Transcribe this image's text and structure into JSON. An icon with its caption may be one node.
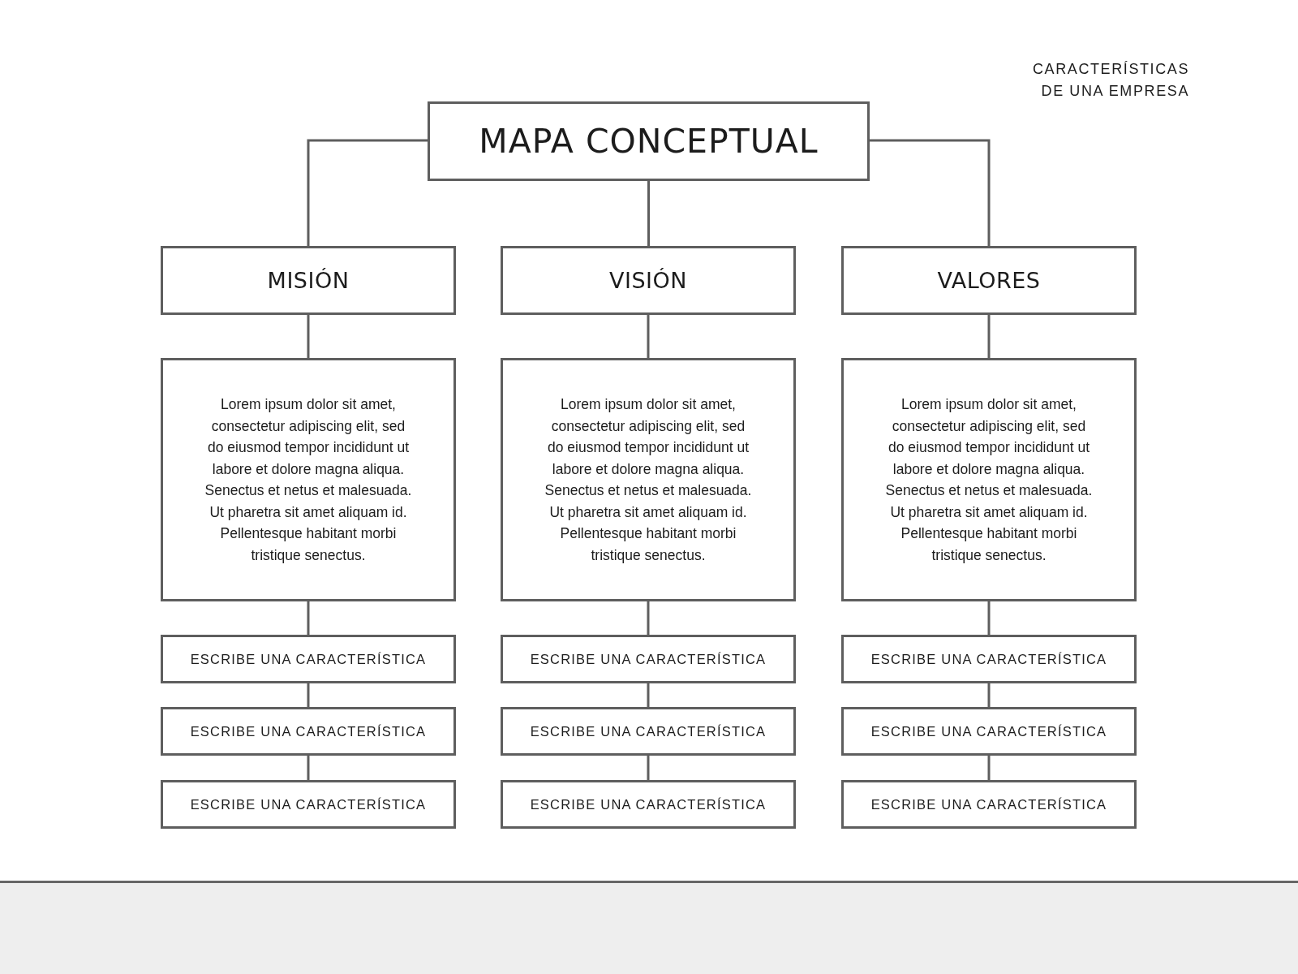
{
  "diagram": {
    "nodes": [
      {
        "text": [
          "MAPA CONCEPTUAL"
        ]
      },
      {
        "text": [
          "MISIÓN"
        ]
      },
      {
        "text": [
          "VISIÓN"
        ]
      },
      {
        "text": [
          "VALORES"
        ]
      },
      {
        "text": [
          "Lorem ipsum dolor sit amet, consectetur adipiscing elit, sed do eiusmod tempor incididunt ut labore et dolore magna aliqua. Senectus et netus et malesuada. Ut pharetra sit amet aliquam id. Pellentesque habitant morbi tristique senectus."
        ]
      },
      {
        "text": [
          "Lorem ipsum dolor sit amet, consectetur adipiscing elit, sed do eiusmod tempor incididunt ut labore et dolore magna aliqua. Senectus et netus et malesuada. Ut pharetra sit amet aliquam id. Pellentesque habitant morbi tristique senectus."
        ]
      },
      {
        "text": [
          "Lorem ipsum dolor sit amet, consectetur adipiscing elit, sed do eiusmod tempor incididunt ut labore et dolore magna aliqua. Senectus et netus et malesuada. Ut pharetra sit amet aliquam id. Pellentesque habitant morbi tristique senectus."
        ]
      },
      {
        "text": [
          "ESCRIBE UNA CARACTERÍSTICA"
        ]
      },
      {
        "text": [
          "ESCRIBE UNA CARACTERÍSTICA"
        ]
      },
      {
        "text": [
          "ESCRIBE UNA CARACTERÍSTICA"
        ]
      },
      {
        "text": [
          "ESCRIBE UNA CARACTERÍSTICA"
        ]
      },
      {
        "text": [
          "ESCRIBE UNA CARACTERÍSTICA"
        ]
      },
      {
        "text": [
          "ESCRIBE UNA CARACTERÍSTICA"
        ]
      },
      {
        "text": [
          "ESCRIBE UNA CARACTERÍSTICA"
        ]
      },
      {
        "text": [
          "ESCRIBE UNA CARACTERÍSTICA"
        ]
      },
      {
        "text": [
          "ESCRIBE UNA CARACTERÍSTICA"
        ]
      }
    ],
    "edges": [
      {
        "from": 0,
        "to": 1,
        "arrow": "none"
      },
      {
        "from": 0,
        "to": 2,
        "arrow": "none"
      },
      {
        "from": 0,
        "to": 3,
        "arrow": "none"
      },
      {
        "from": 1,
        "to": 4,
        "arrow": "none"
      },
      {
        "from": 2,
        "to": 5,
        "arrow": "none"
      },
      {
        "from": 3,
        "to": 6,
        "arrow": "none"
      },
      {
        "from": 4,
        "to": 7,
        "arrow": "none"
      },
      {
        "from": 5,
        "to": 8,
        "arrow": "none"
      },
      {
        "from": 6,
        "to": 9,
        "arrow": "none"
      },
      {
        "from": 7,
        "to": 10,
        "arrow": "none"
      },
      {
        "from": 8,
        "to": 11,
        "arrow": "none"
      },
      {
        "from": 9,
        "to": 12,
        "arrow": "none"
      },
      {
        "from": 10,
        "to": 13,
        "arrow": "none"
      },
      {
        "from": 11,
        "to": 14,
        "arrow": "none"
      },
      {
        "from": 12,
        "to": 15,
        "arrow": "none"
      }
    ],
    "labels": [
      "CARACTERÍSTICAS DE UNA EMPRESA"
    ]
  }
}
